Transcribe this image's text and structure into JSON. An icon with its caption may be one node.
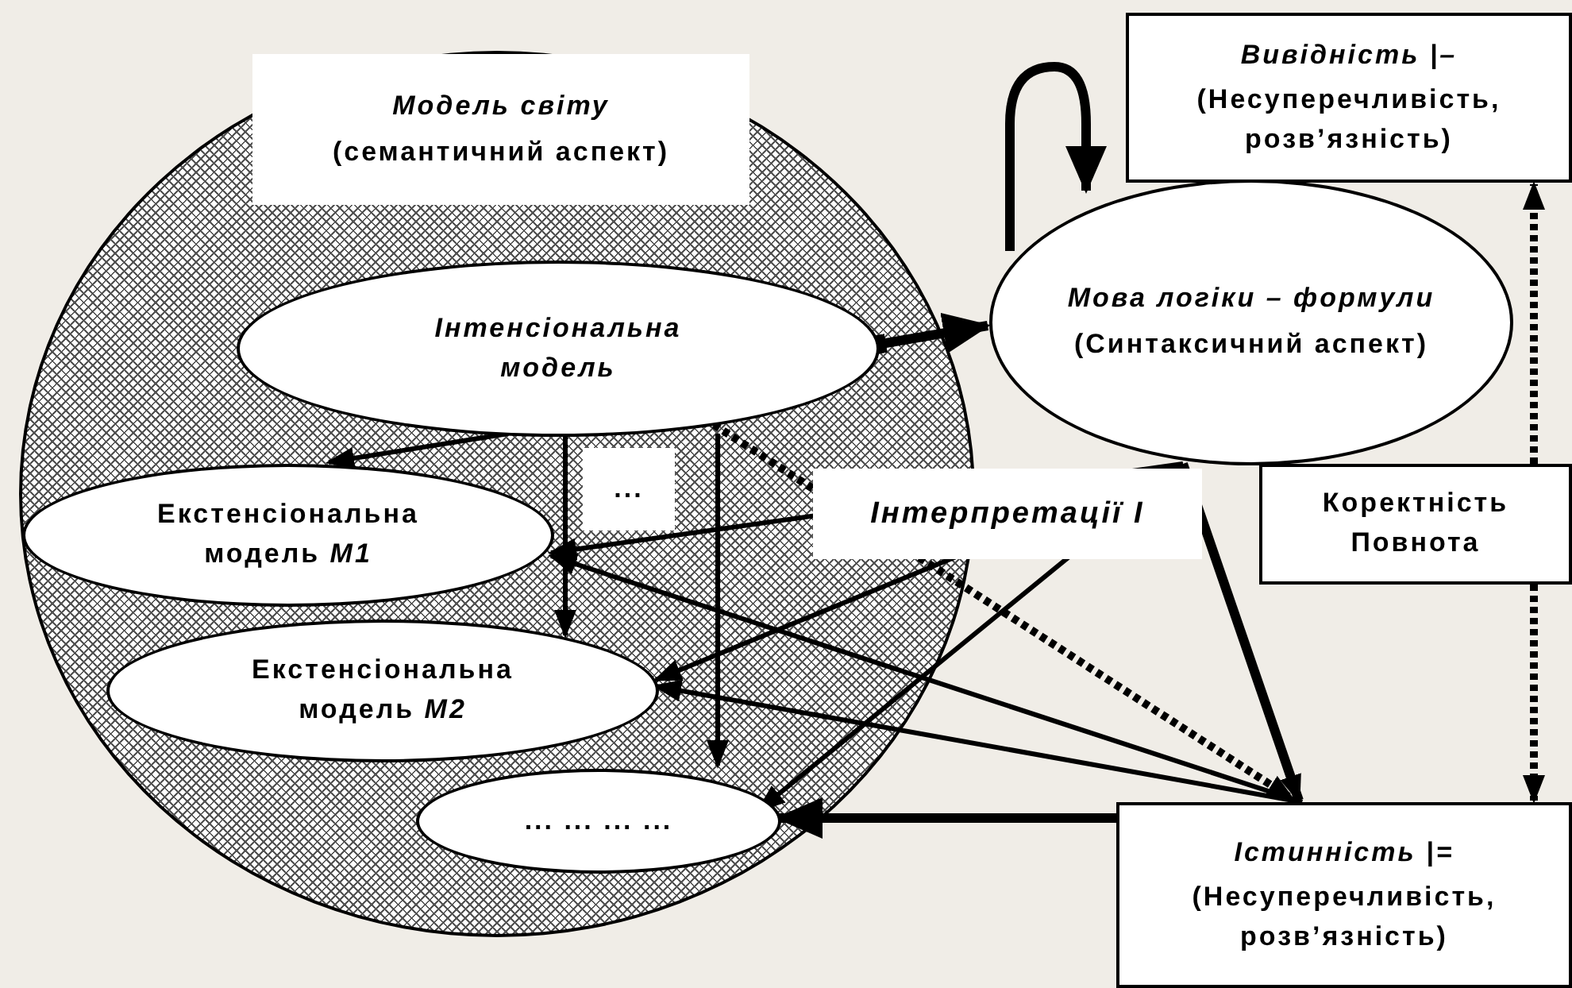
{
  "diagram": {
    "nodes": [
      {
        "text": [
          "Модель світу",
          "(семантичний аспект)"
        ]
      },
      {
        "text": [
          "Інтенсіональна модель"
        ],
        "in": 0
      },
      {
        "text": [
          "Екстенсіональна модель *M1*"
        ],
        "in": 0
      },
      {
        "text": [
          "..."
        ],
        "in": 0
      },
      {
        "text": [
          "Екстенсіональна модель *M2*"
        ],
        "in": 0
      },
      {
        "text": [
          "... ... ... ..."
        ],
        "in": 0
      },
      {
        "text": [
          "Мова логіки – формули",
          "(Синтаксичний аспект)"
        ]
      },
      {
        "text": [
          "Вивідність |–",
          "(Несуперечливість, розв’язність)"
        ]
      },
      {
        "text": [
          "Коректність Повнота"
        ]
      },
      {
        "text": [
          "Істинність |=",
          "(Несуперечливість, розв’язність)"
        ]
      }
    ],
    "edges": [
      {
        "from": 1,
        "to": 2,
        "arrow": "to"
      },
      {
        "from": 1,
        "to": 4,
        "arrow": "to"
      },
      {
        "from": 1,
        "to": 5,
        "arrow": "to"
      },
      {
        "from": 1,
        "to": 6,
        "arrow": "to",
        "style": "thick"
      },
      {
        "from": 6,
        "to": 6,
        "arrow": "to",
        "style": "thick"
      },
      {
        "from": 6,
        "to": 2,
        "arrow": "to",
        "label": "Інтерпретації I"
      },
      {
        "from": 6,
        "to": 4,
        "arrow": "to"
      },
      {
        "from": 6,
        "to": 5,
        "arrow": "to"
      },
      {
        "from": 9,
        "to": 2,
        "arrow": "to"
      },
      {
        "from": 9,
        "to": 4,
        "arrow": "to"
      },
      {
        "from": 9,
        "to": 5,
        "arrow": "to",
        "style": "thick"
      },
      {
        "from": 1,
        "to": 9,
        "arrow": "to",
        "style": "dashed"
      },
      {
        "from": 6,
        "to": 9,
        "arrow": "to",
        "style": "thick"
      },
      {
        "from": 8,
        "to": 7,
        "arrow": "to",
        "style": "dashed"
      },
      {
        "from": 8,
        "to": 9,
        "arrow": "to",
        "style": "dashed"
      }
    ]
  }
}
